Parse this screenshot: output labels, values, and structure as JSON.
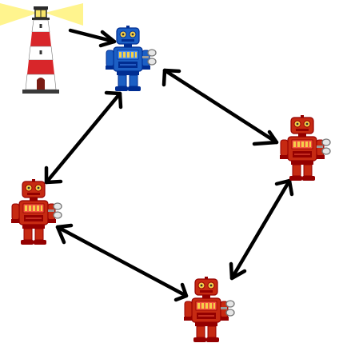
{
  "diagram": {
    "nodes": [
      {
        "id": "lighthouse",
        "kind": "lighthouse",
        "icon": "lighthouse-icon"
      },
      {
        "id": "robot-blue",
        "kind": "robot",
        "color": "#1c5fc4",
        "icon": "robot-icon"
      },
      {
        "id": "robot-red-right",
        "kind": "robot",
        "color": "#c62a12",
        "icon": "robot-icon"
      },
      {
        "id": "robot-red-bottom",
        "kind": "robot",
        "color": "#c62a12",
        "icon": "robot-icon"
      },
      {
        "id": "robot-red-left",
        "kind": "robot",
        "color": "#c62a12",
        "icon": "robot-icon"
      }
    ],
    "edges": [
      {
        "from": "lighthouse",
        "to": "robot-blue",
        "direction": "one-way"
      },
      {
        "from": "robot-blue",
        "to": "robot-red-right",
        "direction": "two-way"
      },
      {
        "from": "robot-red-right",
        "to": "robot-red-bottom",
        "direction": "two-way"
      },
      {
        "from": "robot-red-bottom",
        "to": "robot-red-left",
        "direction": "two-way"
      },
      {
        "from": "robot-red-left",
        "to": "robot-blue",
        "direction": "two-way"
      }
    ],
    "arrow_color": "#000000",
    "beam_color": "#fff27a"
  }
}
